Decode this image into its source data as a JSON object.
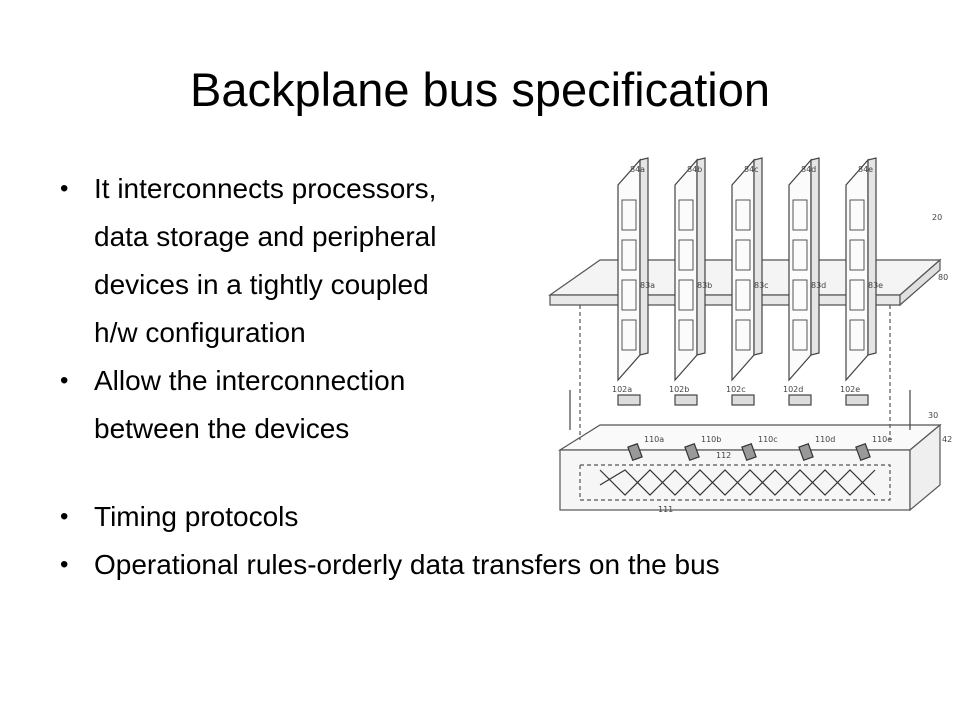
{
  "title": "Backplane bus specification",
  "bullets": {
    "b1_line1": "It interconnects processors,",
    "b1_line2": "data storage and peripheral",
    "b1_line3": "devices in a tightly coupled",
    "b1_line4": "h/w configuration",
    "b2_line1": "Allow the interconnection",
    "b2_line2": "between the devices",
    "b3": "Timing protocols",
    "b4": "Operational rules-orderly data transfers on the bus"
  },
  "bullet_glyph": "•",
  "diagram": {
    "board_labels": [
      "84a",
      "84b",
      "84c",
      "84d",
      "84e"
    ],
    "connector_labels": [
      "83a",
      "83b",
      "83c",
      "83d",
      "83e"
    ],
    "socket_labels": [
      "102a",
      "102b",
      "102c",
      "102d",
      "102e"
    ],
    "contact_labels": [
      "110a",
      "110b",
      "110c",
      "110d",
      "110e"
    ],
    "ref_20": "20",
    "ref_80": "80",
    "ref_30": "30",
    "ref_42": "42",
    "ref_111": "111",
    "ref_112": "112"
  }
}
